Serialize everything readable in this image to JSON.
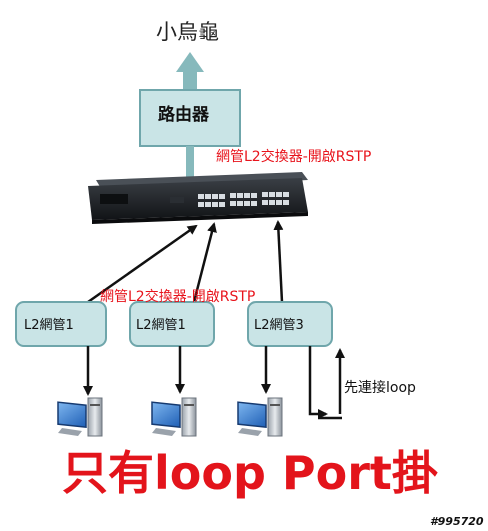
{
  "diagram": {
    "isp_label": "小烏龜",
    "router_label": "路由器",
    "core_switch_note": "網管L2交換器-開啟RSTP",
    "access_switch_note": "網管L2交換器-開啟RSTP",
    "access_switches": [
      {
        "label": "L2網管1"
      },
      {
        "label": "L2網管1"
      },
      {
        "label": "L2網管3"
      }
    ],
    "loop_label": "先連接loop",
    "headline": "只有loop Port掛",
    "watermark": "#995720"
  },
  "colors": {
    "node_fill": "#c9e4e6",
    "node_border": "#6fa6ab",
    "arrow_teal": "#86b9bc",
    "accent_red": "#e3141b",
    "switch_body": "#1f2226"
  },
  "icons": [
    "workstation-icon",
    "network-switch-icon"
  ]
}
